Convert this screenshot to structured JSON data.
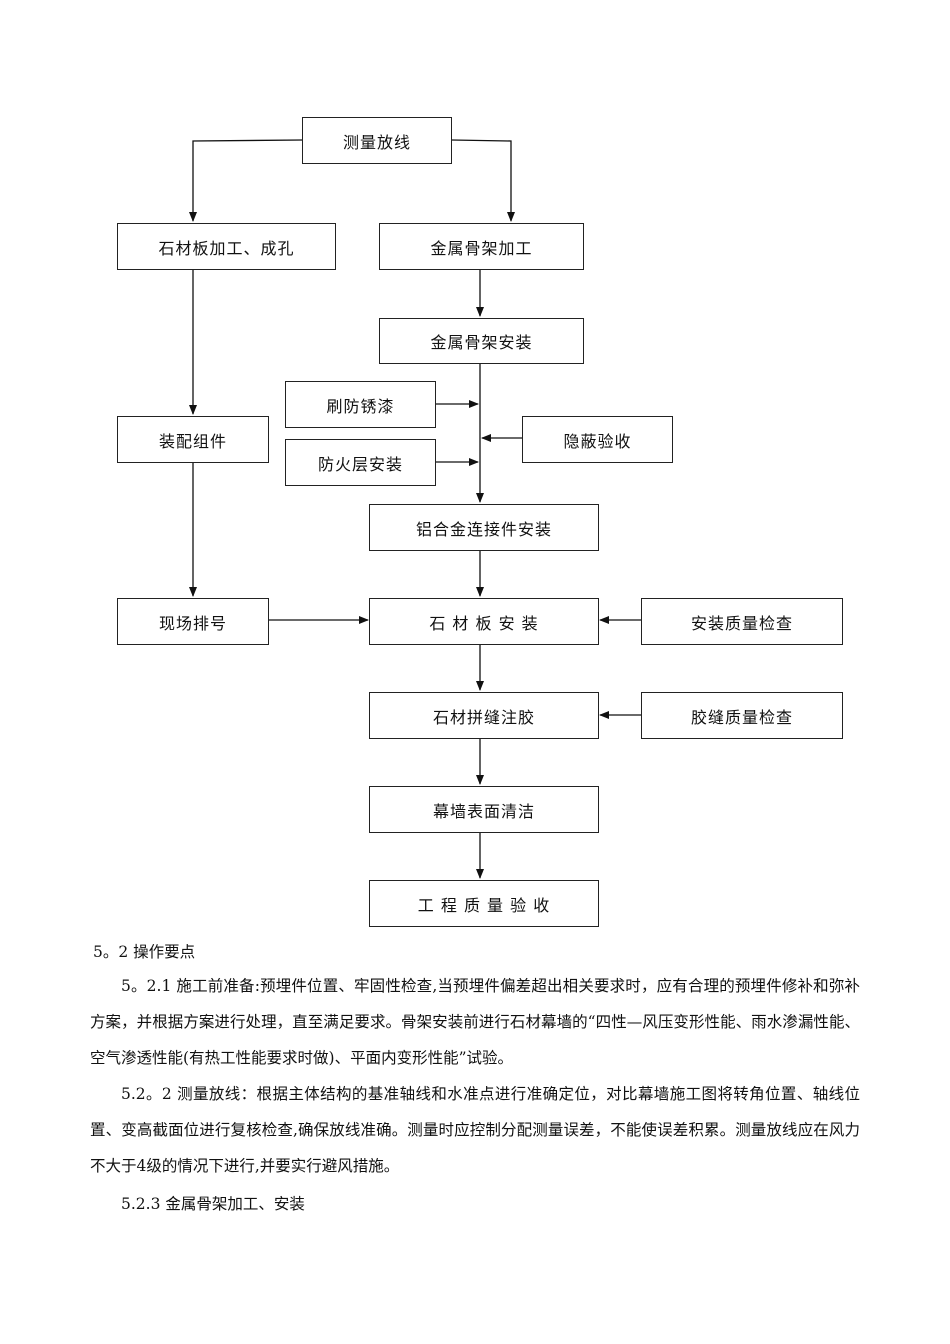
{
  "flowchart": {
    "measure": "测量放线",
    "stone_process": "石材板加工、成孔",
    "metal_process": "金属骨架加工",
    "metal_install": "金属骨架安装",
    "rust_paint": "刷防锈漆",
    "hidden_accept": "隐蔽验收",
    "assemble": "装配组件",
    "fire_layer": "防火层安装",
    "al_connector": "铝合金连接件安装",
    "site_number": "现场排号",
    "stone_install": "石 材 板 安 装",
    "install_check": "安装质量检查",
    "joint_glue": "石材拼缝注胶",
    "glue_check": "胶缝质量检查",
    "clean": "幕墙表面清洁",
    "accept": "工 程 质 量 验 收"
  },
  "text": {
    "heading": "5。2 操作要点",
    "p1": "5。2.1 施工前准备:预埋件位置、牢固性检查,当预埋件偏差超出相关要求时，应有合理的预埋件修补和弥补方案，并根据方案进行处理，直至满足要求。骨架安装前进行石材幕墙的“四性—风压变形性能、雨水渗漏性能、空气渗透性能(有热工性能要求时做)、平面内变形性能”试验。",
    "p2": "5.2。2 测量放线：根据主体结构的基准轴线和水准点进行准确定位，对比幕墙施工图将转角位置、轴线位置、变高截面位进行复核检查,确保放线准确。测量时应控制分配测量误差，不能使误差积累。测量放线应在风力不大于4级的情况下进行,并要实行避风措施。",
    "p3": "5.2.3 金属骨架加工、安装"
  }
}
